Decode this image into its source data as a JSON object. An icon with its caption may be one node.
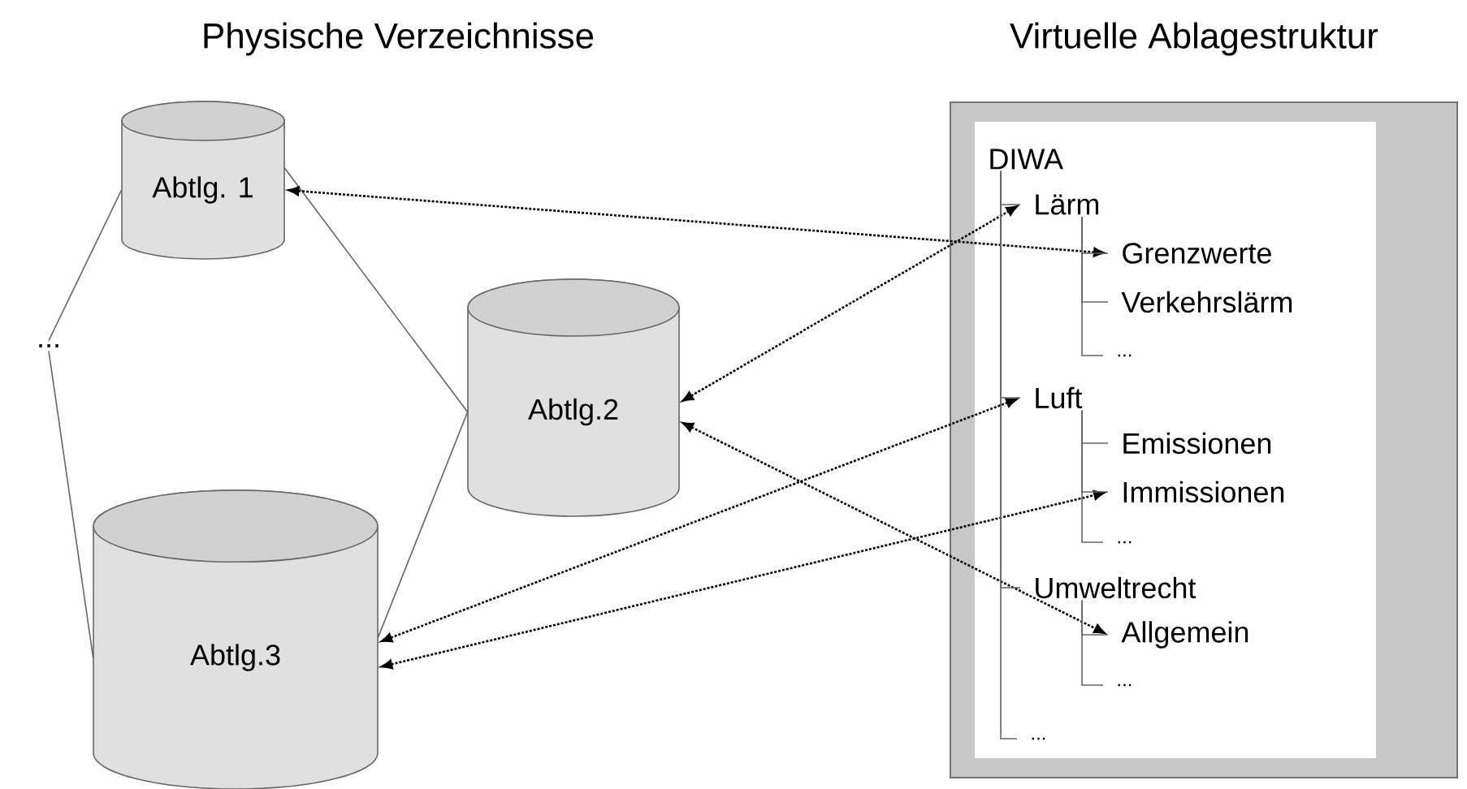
{
  "diagram": {
    "nodes": [
      {
        "text": [
          "Abtlg. 1"
        ]
      },
      {
        "text": [
          "Abtlg.2"
        ]
      },
      {
        "text": [
          "Abtlg.3"
        ]
      },
      {
        "text": [
          "..."
        ]
      },
      {
        "text": [
          "Virtuelle Ablagestruktur"
        ]
      },
      {
        "text": [
          "DIWA"
        ],
        "in": 4
      },
      {
        "text": [
          "Lärm"
        ],
        "in": 4
      },
      {
        "text": [
          "Grenzwerte"
        ],
        "in": 4
      },
      {
        "text": [
          "Verkehrslärm"
        ],
        "in": 4
      },
      {
        "text": [
          "..."
        ],
        "in": 4
      },
      {
        "text": [
          "Luft"
        ],
        "in": 4
      },
      {
        "text": [
          "Emissionen"
        ],
        "in": 4
      },
      {
        "text": [
          "Immissionen"
        ],
        "in": 4
      },
      {
        "text": [
          "..."
        ],
        "in": 4
      },
      {
        "text": [
          "Umweltrecht"
        ],
        "in": 4
      },
      {
        "text": [
          "Allgemein"
        ],
        "in": 4
      },
      {
        "text": [
          "..."
        ],
        "in": 4
      },
      {
        "text": [
          "..."
        ],
        "in": 4
      }
    ],
    "edges": [
      {
        "from": 0,
        "to": 3,
        "arrow": "none"
      },
      {
        "from": 3,
        "to": 2,
        "arrow": "none"
      },
      {
        "from": 0,
        "to": 1,
        "arrow": "none"
      },
      {
        "from": 1,
        "to": 2,
        "arrow": "none"
      },
      {
        "from": 0,
        "to": 7,
        "arrow": "both",
        "style": "dashed",
        "color": "#000000"
      },
      {
        "from": 1,
        "to": 6,
        "arrow": "both",
        "style": "dashed",
        "color": "#000000"
      },
      {
        "from": 1,
        "to": 15,
        "arrow": "both",
        "style": "dashed",
        "color": "#000000"
      },
      {
        "from": 2,
        "to": 10,
        "arrow": "both",
        "style": "dashed",
        "color": "#000000"
      },
      {
        "from": 2,
        "to": 12,
        "arrow": "both",
        "style": "dashed",
        "color": "#000000"
      },
      {
        "from": 5,
        "to": 6,
        "arrow": "none"
      },
      {
        "from": 5,
        "to": 10,
        "arrow": "none"
      },
      {
        "from": 5,
        "to": 14,
        "arrow": "none"
      },
      {
        "from": 5,
        "to": 17,
        "arrow": "none"
      },
      {
        "from": 6,
        "to": 7,
        "arrow": "none"
      },
      {
        "from": 6,
        "to": 8,
        "arrow": "none"
      },
      {
        "from": 6,
        "to": 9,
        "arrow": "none"
      },
      {
        "from": 10,
        "to": 11,
        "arrow": "none"
      },
      {
        "from": 10,
        "to": 12,
        "arrow": "none"
      },
      {
        "from": 10,
        "to": 13,
        "arrow": "none"
      },
      {
        "from": 14,
        "to": 15,
        "arrow": "none"
      },
      {
        "from": 14,
        "to": 16,
        "arrow": "none"
      }
    ],
    "labels": [
      "Physische Verzeichnisse"
    ]
  }
}
